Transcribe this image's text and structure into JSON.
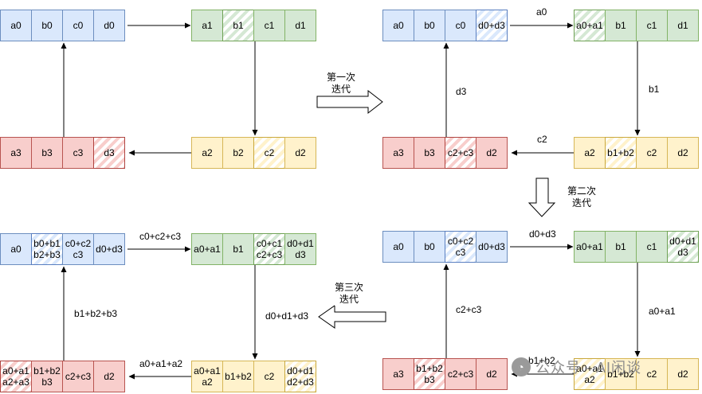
{
  "blocks": {
    "p1_0": [
      "a0",
      "b0",
      "c0",
      "d0"
    ],
    "p1_1": [
      "a1",
      "b1",
      "c1",
      "d1"
    ],
    "p1_2": [
      "a2",
      "b2",
      "c2",
      "d2"
    ],
    "p1_3": [
      "a3",
      "b3",
      "c3",
      "d3"
    ],
    "p2_0": [
      "a0",
      "b0",
      "c0",
      "d0+d3"
    ],
    "p2_1": [
      "a0+a1",
      "b1",
      "c1",
      "d1"
    ],
    "p2_2": [
      "a2",
      "b1+b2",
      "c2",
      "d2"
    ],
    "p2_3": [
      "a3",
      "b3",
      "c2+c3",
      "d2"
    ],
    "p3_0": [
      "a0",
      "b0",
      "c0+c2\nc3",
      "d0+d3"
    ],
    "p3_1": [
      "a0+a1",
      "b1",
      "c1",
      "d0+d1\nd3"
    ],
    "p3_2": [
      "a0+a1\na2",
      "b1+b2",
      "c2",
      "d2"
    ],
    "p3_3": [
      "a3",
      "b1+b2\nb3",
      "c2+c3",
      "d2"
    ],
    "p4_0": [
      "a0",
      "b0+b1\nb2+b3",
      "c0+c2\nc3",
      "d0+d3"
    ],
    "p4_1": [
      "a0+a1",
      "b1",
      "c0+c1\nc2+c3",
      "d0+d1\nd3"
    ],
    "p4_2": [
      "a0+a1\na2",
      "b1+b2",
      "c2",
      "d0+d1\nd2+d3"
    ],
    "p4_3": [
      "a0+a1\na2+a3",
      "b1+b2\nb3",
      "c2+c3",
      "d2"
    ]
  },
  "edge_labels": {
    "p2_top": "a0",
    "p2_right": "b1",
    "p2_bottom": "c2",
    "p2_left": "d3",
    "p3_top": "d0+d3",
    "p3_right": "a0+a1",
    "p3_bottom": "b1+b2",
    "p3_left": "c2+c3",
    "p4_top": "c0+c2+c3",
    "p4_right": "d0+d1+d3",
    "p4_bottom": "a0+a1+a2",
    "p4_left": "b1+b2+b3"
  },
  "steps": {
    "first": "第一次\n迭代",
    "second": "第二次\n迭代",
    "third": "第三次\n迭代"
  },
  "watermark": "公众号 · AI闲谈"
}
